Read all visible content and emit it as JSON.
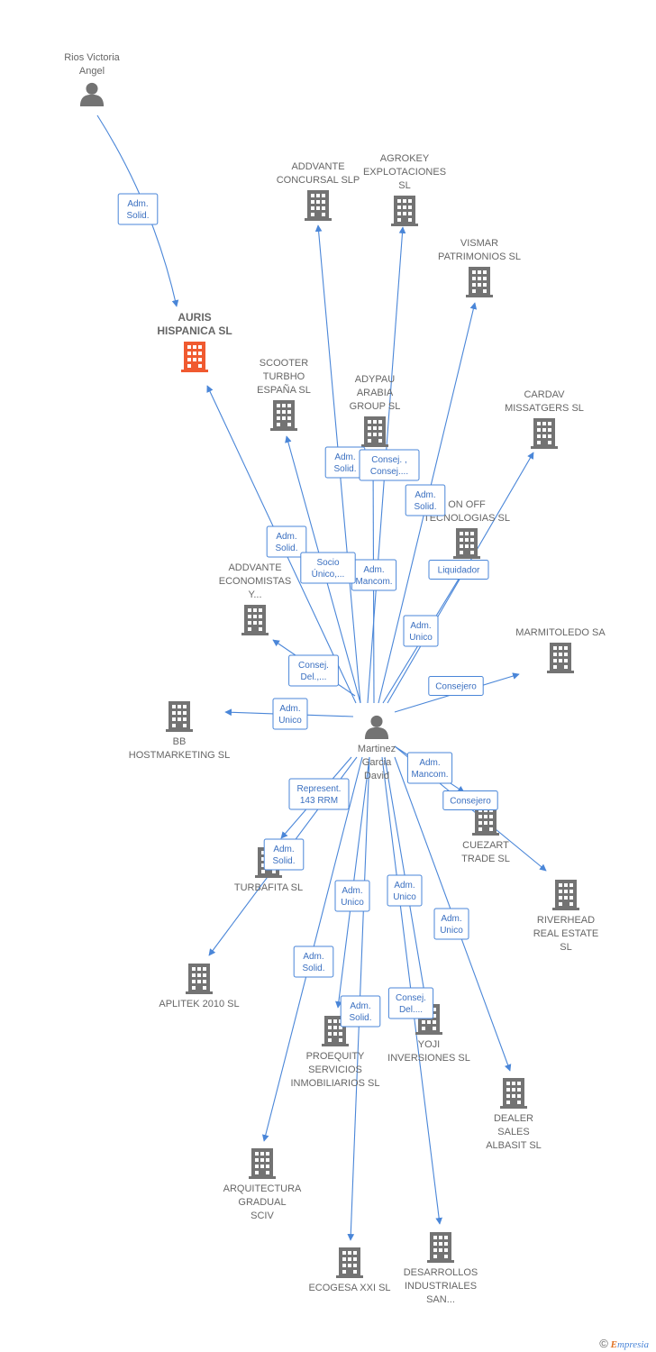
{
  "colors": {
    "edge": "#4a86d8",
    "building": "#737373",
    "building_highlight": "#f05a30",
    "person": "#737373",
    "label_text": "#666666"
  },
  "nodes": [
    {
      "id": "rios",
      "type": "person",
      "lines": [
        "Rios Victoria",
        "Angel"
      ]
    },
    {
      "id": "auris",
      "type": "company",
      "highlight": true,
      "bold": true,
      "lines": [
        "AURIS",
        "HISPANICA SL"
      ]
    },
    {
      "id": "martinez",
      "type": "person",
      "lines": [
        "Martinez",
        "Garcia",
        "David"
      ]
    },
    {
      "id": "addvante_concursal",
      "type": "company",
      "lines": [
        "ADDVANTE",
        "CONCURSAL SLP"
      ]
    },
    {
      "id": "agrokey",
      "type": "company",
      "lines": [
        "AGROKEY",
        "EXPLOTACIONES",
        "SL"
      ]
    },
    {
      "id": "vismar",
      "type": "company",
      "lines": [
        "VISMAR",
        "PATRIMONIOS SL"
      ]
    },
    {
      "id": "scooter",
      "type": "company",
      "lines": [
        "SCOOTER",
        "TURBHO",
        "ESPAÑA  SL"
      ]
    },
    {
      "id": "adypau",
      "type": "company",
      "lines": [
        "ADYPAU",
        "ARABIA",
        "GROUP  SL"
      ]
    },
    {
      "id": "cardav",
      "type": "company",
      "lines": [
        "CARDAV",
        "MISSATGERS SL"
      ]
    },
    {
      "id": "onoff",
      "type": "company",
      "lines": [
        "ON OFF",
        "TECNOLOGIAS SL"
      ]
    },
    {
      "id": "addvante_econ",
      "type": "company",
      "lines": [
        "ADDVANTE",
        "ECONOMISTAS",
        "Y..."
      ]
    },
    {
      "id": "marmitoledo",
      "type": "company",
      "lines": [
        "MARMITOLEDO SA"
      ]
    },
    {
      "id": "bb",
      "type": "company",
      "lines": [
        "BB",
        "HOSTMARKETING SL"
      ]
    },
    {
      "id": "cuezart",
      "type": "company",
      "lines": [
        "CUEZART",
        "TRADE SL"
      ]
    },
    {
      "id": "turbafita",
      "type": "company",
      "lines": [
        "TURBAFITA SL"
      ]
    },
    {
      "id": "riverhead",
      "type": "company",
      "lines": [
        "RIVERHEAD",
        "REAL ESTATE",
        "SL"
      ]
    },
    {
      "id": "aplitek",
      "type": "company",
      "lines": [
        "APLITEK 2010 SL"
      ]
    },
    {
      "id": "proequity",
      "type": "company",
      "lines": [
        "PROEQUITY",
        "SERVICIOS",
        "INMOBILIARIOS SL"
      ]
    },
    {
      "id": "yoji",
      "type": "company",
      "lines": [
        "YOJI",
        "INVERSIONES SL"
      ]
    },
    {
      "id": "dealer",
      "type": "company",
      "lines": [
        "DEALER",
        "SALES",
        "ALBASIT SL"
      ]
    },
    {
      "id": "arquitectura",
      "type": "company",
      "lines": [
        "ARQUITECTURA",
        "GRADUAL",
        "SCIV"
      ]
    },
    {
      "id": "ecogesa",
      "type": "company",
      "lines": [
        "ECOGESA XXI SL"
      ]
    },
    {
      "id": "desarrollos",
      "type": "company",
      "lines": [
        "DESARROLLOS",
        "INDUSTRIALES",
        "SAN..."
      ]
    }
  ],
  "edges": [
    {
      "from": "rios",
      "to": "auris",
      "label": [
        "Adm.",
        "Solid."
      ]
    },
    {
      "from": "martinez",
      "to": "auris",
      "label": [
        "Adm.",
        "Solid."
      ]
    },
    {
      "from": "martinez",
      "to": "addvante_concursal",
      "label": [
        "Adm.",
        "Solid."
      ]
    },
    {
      "from": "martinez",
      "to": "agrokey",
      "label": [
        "Adm.",
        "Mancom."
      ]
    },
    {
      "from": "martinez",
      "to": "vismar",
      "label": [
        "Adm.",
        "Solid."
      ]
    },
    {
      "from": "martinez",
      "to": "scooter",
      "label": [
        "Socio",
        "Único,..."
      ]
    },
    {
      "from": "martinez",
      "to": "adypau",
      "label": [
        "Consej. ,",
        "Consej...."
      ]
    },
    {
      "from": "martinez",
      "to": "cardav",
      "label": [
        "Liquidador"
      ]
    },
    {
      "from": "martinez",
      "to": "onoff",
      "label": [
        "Adm.",
        "Unico"
      ]
    },
    {
      "from": "martinez",
      "to": "addvante_econ",
      "label": [
        "Consej.",
        "Del.,..."
      ]
    },
    {
      "from": "martinez",
      "to": "marmitoledo",
      "label": [
        "Consejero"
      ]
    },
    {
      "from": "martinez",
      "to": "bb",
      "label": [
        "Adm.",
        "Unico"
      ]
    },
    {
      "from": "martinez",
      "to": "cuezart",
      "label": [
        "Adm.",
        "Mancom."
      ]
    },
    {
      "from": "martinez",
      "to": "riverhead",
      "label": [
        "Consejero"
      ]
    },
    {
      "from": "martinez",
      "to": "turbafita",
      "label": [
        "Represent.",
        "143 RRM"
      ]
    },
    {
      "from": "martinez",
      "to": "aplitek",
      "label": [
        "Adm.",
        "Solid."
      ]
    },
    {
      "from": "martinez",
      "to": "proequity",
      "label": [
        "Adm.",
        "Unico"
      ]
    },
    {
      "from": "martinez",
      "to": "yoji",
      "label": [
        "Adm.",
        "Unico"
      ]
    },
    {
      "from": "martinez",
      "to": "dealer",
      "label": [
        "Adm.",
        "Unico"
      ]
    },
    {
      "from": "martinez",
      "to": "arquitectura",
      "label": [
        "Adm.",
        "Solid."
      ]
    },
    {
      "from": "martinez",
      "to": "ecogesa",
      "label": [
        "Adm.",
        "Solid."
      ]
    },
    {
      "from": "martinez",
      "to": "desarrollos",
      "label": [
        "Consej.",
        "Del...."
      ]
    }
  ],
  "footer": {
    "copyright": "©",
    "brand_first": "E",
    "brand_rest": "mpresia"
  }
}
